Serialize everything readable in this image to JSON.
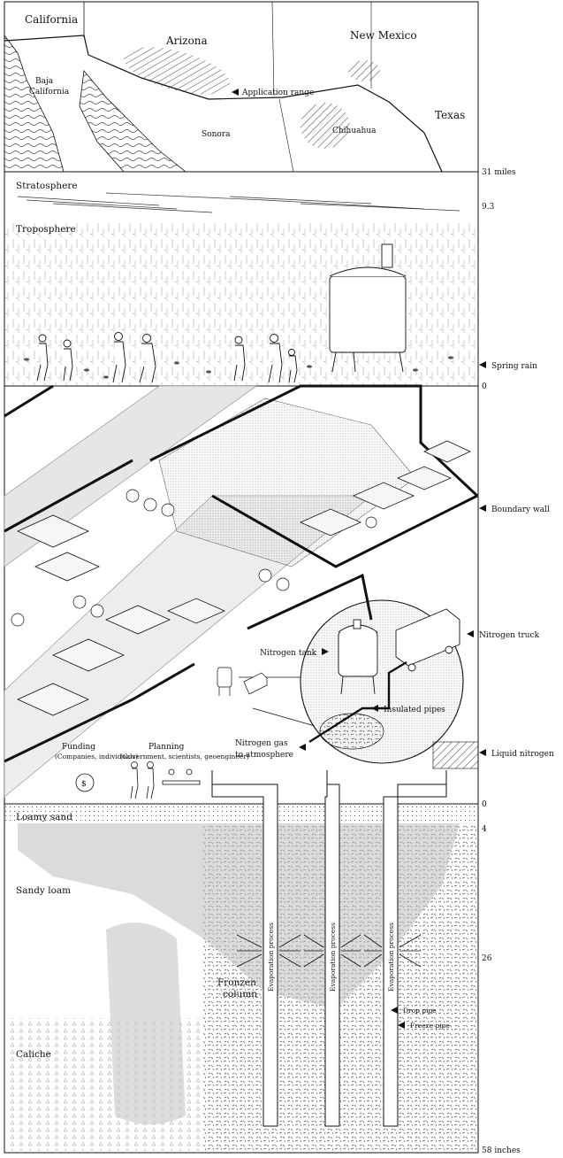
{
  "map": {
    "regions": [
      "California",
      "Arizona",
      "New Mexico",
      "Baja California",
      "Sonora",
      "Chihuahua",
      "Texas"
    ],
    "annotation": "Application range"
  },
  "atmosphere": {
    "layers": [
      "Stratosphere",
      "Troposphere"
    ],
    "annotation": "Spring rain"
  },
  "city": {
    "annotations": {
      "boundary_wall": "Boundary wall",
      "nitrogen_truck": "Nitrogen truck",
      "nitrogen_tank": "Nitrogen tank",
      "insulated_pipes": "Insulated pipes",
      "nitrogen_gas": [
        "Nitrogen gas",
        "to atmosphere"
      ],
      "liquid_nitrogen": "Liquid nitrogen"
    },
    "funding": {
      "title": "Funding",
      "detail": "(Companies, individuals)"
    },
    "planning": {
      "title": "Planning",
      "detail": "(Government, scientists, geoengineer)"
    }
  },
  "soil": {
    "layers": [
      "Loamy sand",
      "Sandy loam",
      "Caliche"
    ],
    "frozen_column": [
      "Fronzen",
      "column"
    ],
    "pipe_label": "Evaporation process",
    "drop_pipe": "Drop pipe",
    "freeze_pipe": "Freeze pipe"
  },
  "scale_labels": {
    "miles_top": "31 miles",
    "miles_mid": "9.3",
    "zero_atmos": "0",
    "zero_ground": "0",
    "inch_4": "4",
    "inch_26": "26",
    "inches_bottom": "58 inches"
  },
  "colors": {
    "ink": "#111111",
    "soil_shade": "#bdbdbd",
    "road_fill": "#e6e6e6"
  }
}
